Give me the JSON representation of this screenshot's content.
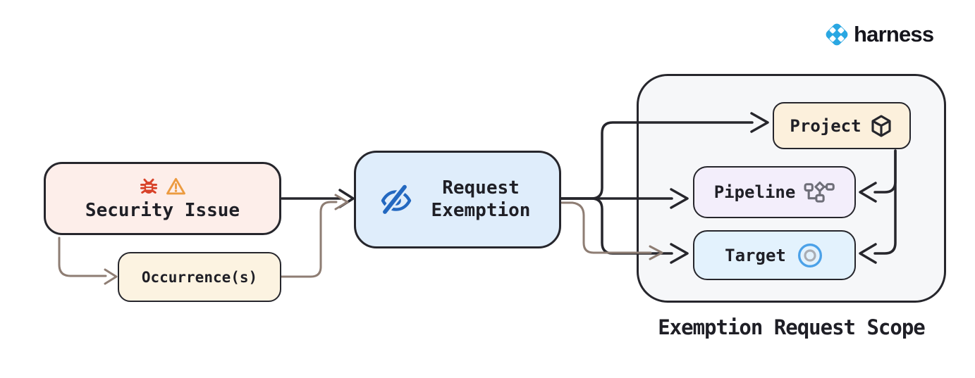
{
  "logo": {
    "brand": "harness",
    "icon": "harness-diamond-icon"
  },
  "nodes": {
    "security_issue": {
      "label": "Security Issue",
      "icons": [
        "bug-icon",
        "warning-icon"
      ]
    },
    "occurrences": {
      "label": "Occurrence(s)"
    },
    "request_exemption": {
      "label": "Request Exemption",
      "icon": "eye-off-icon"
    },
    "project": {
      "label": "Project",
      "icon": "package-icon"
    },
    "pipeline": {
      "label": "Pipeline",
      "icon": "workflow-icon"
    },
    "target": {
      "label": "Target",
      "icon": "target-icon"
    }
  },
  "scope": {
    "title": "Exemption Request Scope"
  },
  "edges": [
    {
      "from": "security_issue",
      "to": "request_exemption",
      "style": "dark"
    },
    {
      "from": "security_issue",
      "to": "occurrences",
      "style": "brown"
    },
    {
      "from": "occurrences",
      "to": "request_exemption",
      "style": "brown"
    },
    {
      "from": "request_exemption",
      "to": "project",
      "style": "dark"
    },
    {
      "from": "request_exemption",
      "to": "pipeline",
      "style": "dark"
    },
    {
      "from": "request_exemption",
      "to": "target",
      "style": "dark"
    },
    {
      "from": "request_exemption",
      "to": "target",
      "style": "brown"
    },
    {
      "from": "project",
      "to": "pipeline",
      "style": "dark"
    },
    {
      "from": "project",
      "to": "target",
      "style": "dark"
    }
  ],
  "colors": {
    "ink": "#26262c",
    "text": "#1f1f26",
    "line_brown": "#8e7d73",
    "bug_red": "#d8432a",
    "warning_orange": "#ec9b40",
    "eye_blue": "#2368c0",
    "target_blue": "#4ba1e8",
    "icon_gray": "#6e6e78",
    "brand_blue": "#2aa7e2",
    "security_fill": "#fdeeea",
    "occurrence_fill": "#fcf3e1",
    "request_fill": "#dfedfb",
    "scope_fill": "#f6f7f9",
    "project_fill": "#fcf0dc",
    "pipeline_fill": "#f3eefb",
    "target_fill": "#e3f2fd"
  }
}
